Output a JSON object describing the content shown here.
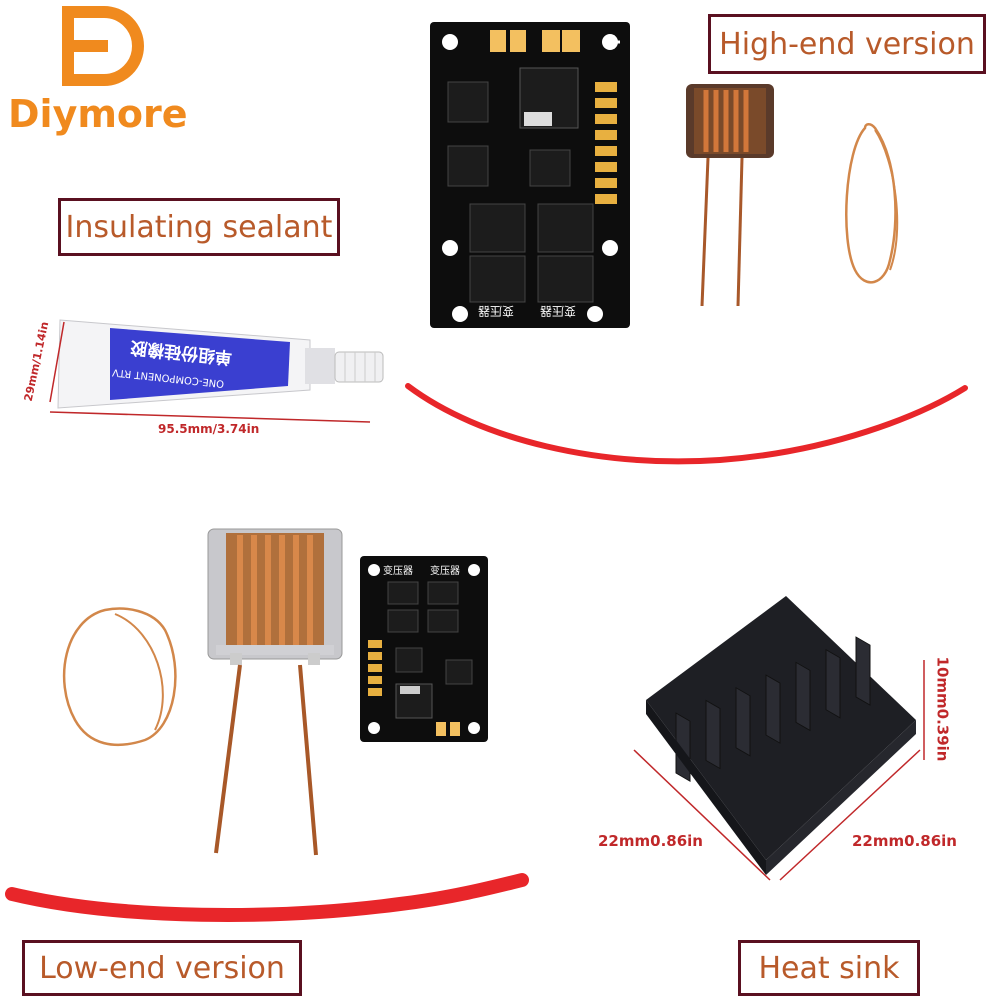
{
  "brand": {
    "name": "Diymore"
  },
  "labels": {
    "high_end": "High-end version",
    "insulating_sealant": "Insulating sealant",
    "low_end": "Low-end version",
    "heat_sink": "Heat sink"
  },
  "dimensions": {
    "tube_height": "29mm/1.14in",
    "tube_length": "95.5mm/3.74in",
    "heatsink_height": "10mm0.39in",
    "heatsink_width_left": "22mm0.86in",
    "heatsink_width_right": "22mm0.86in"
  },
  "tube_text": {
    "cn": "单组份硅橡胶",
    "en": "ONE-COMPONENT RTV"
  },
  "board_text": {
    "big_left": "变压器",
    "big_right": "变压器",
    "small_left": "变压器",
    "small_right": "变压器"
  },
  "colors": {
    "brand_orange": "#f08a1e",
    "label_border": "#5a1020",
    "label_text": "#b85a2a",
    "dimension_red": "#c0282a",
    "wire_red": "#e8262a",
    "copper": "#c8703a"
  }
}
